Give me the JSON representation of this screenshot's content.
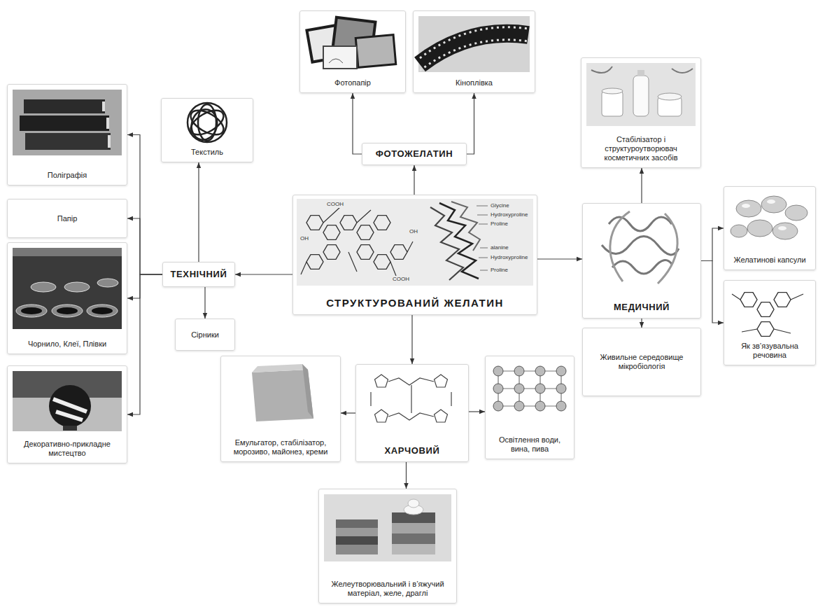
{
  "diagram": {
    "nodes": [
      {
        "text": [
          "Фотопапір"
        ]
      },
      {
        "text": [
          "Кіноплівка"
        ]
      },
      {
        "text": [
          "ФОТОЖЕЛАТИН"
        ]
      },
      {
        "text": [
          "Поліграфія"
        ]
      },
      {
        "text": [
          "Текстиль"
        ]
      },
      {
        "text": [
          "Стабілізатор і структуроутворювач косметичних засобів"
        ]
      },
      {
        "text": [
          "Папір"
        ]
      },
      {
        "text": [
          "ТЕХНІЧНИЙ"
        ]
      },
      {
        "text": [
          "СТРУКТУРОВАНИЙ ЖЕЛАТИН"
        ]
      },
      {
        "text": [
          "МЕДИЧНИЙ"
        ]
      },
      {
        "text": [
          "Желатинові капсули"
        ]
      },
      {
        "text": [
          "Чорнило, Клеї, Плівки"
        ]
      },
      {
        "text": [
          "Сірники"
        ]
      },
      {
        "text": [
          "Живильне середовище мікробіологія"
        ]
      },
      {
        "text": [
          "Як зв’язувальна речовина"
        ]
      },
      {
        "text": [
          "Декоративно-прикладне мистецтво"
        ]
      },
      {
        "text": [
          "Емульгатор, стабілізатор, морозиво, майонез, креми"
        ]
      },
      {
        "text": [
          "ХАРЧОВИЙ"
        ]
      },
      {
        "text": [
          "Освітлення води, вина, пива"
        ]
      },
      {
        "text": [
          "Желеутворювальний і в’яжучий матеріал, желе, драглі"
        ]
      }
    ],
    "edges": [
      {
        "from": 8,
        "to": 2,
        "arrow": "to"
      },
      {
        "from": 2,
        "to": 0,
        "arrow": "to"
      },
      {
        "from": 2,
        "to": 1,
        "arrow": "to"
      },
      {
        "from": 8,
        "to": 7,
        "arrow": "to"
      },
      {
        "from": 7,
        "to": 4,
        "arrow": "to"
      },
      {
        "from": 7,
        "to": 12,
        "arrow": "to"
      },
      {
        "from": 7,
        "to": 3,
        "arrow": "to"
      },
      {
        "from": 7,
        "to": 6,
        "arrow": "to"
      },
      {
        "from": 7,
        "to": 11,
        "arrow": "to"
      },
      {
        "from": 7,
        "to": 15,
        "arrow": "to"
      },
      {
        "from": 8,
        "to": 9,
        "arrow": "to"
      },
      {
        "from": 9,
        "to": 5,
        "arrow": "to"
      },
      {
        "from": 9,
        "to": 13,
        "arrow": "to"
      },
      {
        "from": 9,
        "to": 10,
        "arrow": "to"
      },
      {
        "from": 9,
        "to": 14,
        "arrow": "to"
      },
      {
        "from": 8,
        "to": 17,
        "arrow": "to"
      },
      {
        "from": 17,
        "to": 16,
        "arrow": "to"
      },
      {
        "from": 17,
        "to": 18,
        "arrow": "to"
      },
      {
        "from": 17,
        "to": 19,
        "arrow": "to"
      }
    ],
    "labels": [
      "COOH",
      "COOH",
      "OH",
      "OH",
      "Glycine",
      "Hydroxyproline",
      "Proline",
      "alanine",
      "Hydroxyproline",
      "Proline"
    ]
  }
}
